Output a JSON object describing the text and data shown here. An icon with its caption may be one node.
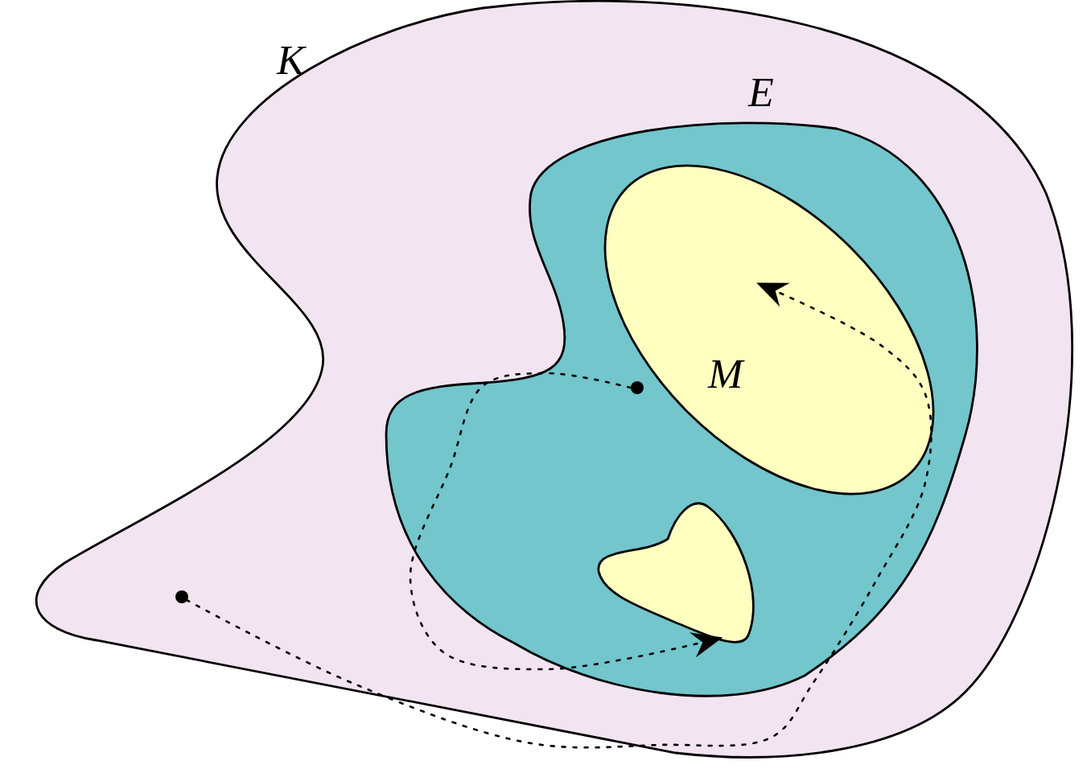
{
  "diagram": {
    "nodes": [
      {
        "text": [
          "K"
        ]
      },
      {
        "text": [
          "E"
        ],
        "in": 0
      },
      {
        "text": [
          "M"
        ],
        "in": 1
      },
      {
        "text": [],
        "shape": "blob",
        "in": 1
      },
      {
        "text": [],
        "shape": "circle",
        "in": 1
      },
      {
        "text": [],
        "shape": "circle",
        "in": 0
      }
    ],
    "edges": [
      {
        "from": 4,
        "to": 3,
        "arrow": "to"
      },
      {
        "from": 5,
        "to": 2,
        "arrow": "to"
      }
    ]
  }
}
